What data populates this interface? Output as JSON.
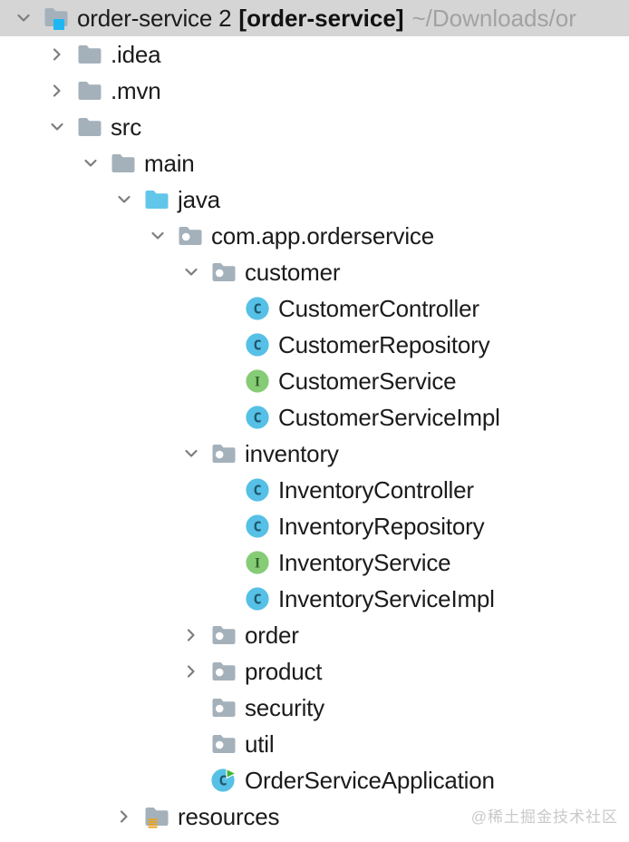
{
  "colors": {
    "selected_row_bg": "#d5d5d5",
    "text": "#1b1b1b",
    "path_gray": "#a2a2a2",
    "chevron_gray": "#7d7d7d",
    "folder_gray": "#a4b1bb",
    "source_folder_blue": "#62c6ea",
    "package_dot_white": "#ffffff",
    "project_square_cyan": "#1fb7f2",
    "resources_bars_amber": "#e5a427",
    "class_circle_blue": "#56c0e6",
    "class_letter_dark": "#1e566b",
    "interface_circle_green": "#86cc76",
    "interface_letter_dark": "#2f6327",
    "run_triangle_green": "#3fb535",
    "watermark_gray": "#c9c9c9"
  },
  "tree": {
    "rows": [
      {
        "label": "order-service 2",
        "module": "[order-service]",
        "path": "~/Downloads/or",
        "level": 0,
        "chevron": "down",
        "icon": "project-folder",
        "selected": true
      },
      {
        "label": ".idea",
        "level": 1,
        "chevron": "right",
        "icon": "folder"
      },
      {
        "label": ".mvn",
        "level": 1,
        "chevron": "right",
        "icon": "folder"
      },
      {
        "label": "src",
        "level": 1,
        "chevron": "down",
        "icon": "folder"
      },
      {
        "label": "main",
        "level": 2,
        "chevron": "down",
        "icon": "folder"
      },
      {
        "label": "java",
        "level": 3,
        "chevron": "down",
        "icon": "source-folder"
      },
      {
        "label": "com.app.orderservice",
        "level": 4,
        "chevron": "down",
        "icon": "package"
      },
      {
        "label": "customer",
        "level": 5,
        "chevron": "down",
        "icon": "package"
      },
      {
        "label": "CustomerController",
        "level": 6,
        "chevron": "none",
        "icon": "class"
      },
      {
        "label": "CustomerRepository",
        "level": 6,
        "chevron": "none",
        "icon": "class"
      },
      {
        "label": "CustomerService",
        "level": 6,
        "chevron": "none",
        "icon": "interface"
      },
      {
        "label": "CustomerServiceImpl",
        "level": 6,
        "chevron": "none",
        "icon": "class"
      },
      {
        "label": "inventory",
        "level": 5,
        "chevron": "down",
        "icon": "package"
      },
      {
        "label": "InventoryController",
        "level": 6,
        "chevron": "none",
        "icon": "class"
      },
      {
        "label": "InventoryRepository",
        "level": 6,
        "chevron": "none",
        "icon": "class"
      },
      {
        "label": "InventoryService",
        "level": 6,
        "chevron": "none",
        "icon": "interface"
      },
      {
        "label": "InventoryServiceImpl",
        "level": 6,
        "chevron": "none",
        "icon": "class"
      },
      {
        "label": "order",
        "level": 5,
        "chevron": "right",
        "icon": "package"
      },
      {
        "label": "product",
        "level": 5,
        "chevron": "right",
        "icon": "package"
      },
      {
        "label": "security",
        "level": 5,
        "chevron": "none",
        "icon": "package"
      },
      {
        "label": "util",
        "level": 5,
        "chevron": "none",
        "icon": "package"
      },
      {
        "label": "OrderServiceApplication",
        "level": 5,
        "chevron": "none",
        "icon": "main-class"
      },
      {
        "label": "resources",
        "level": 3,
        "chevron": "right",
        "icon": "resources-folder"
      }
    ]
  },
  "watermark": "@稀土掘金技术社区"
}
